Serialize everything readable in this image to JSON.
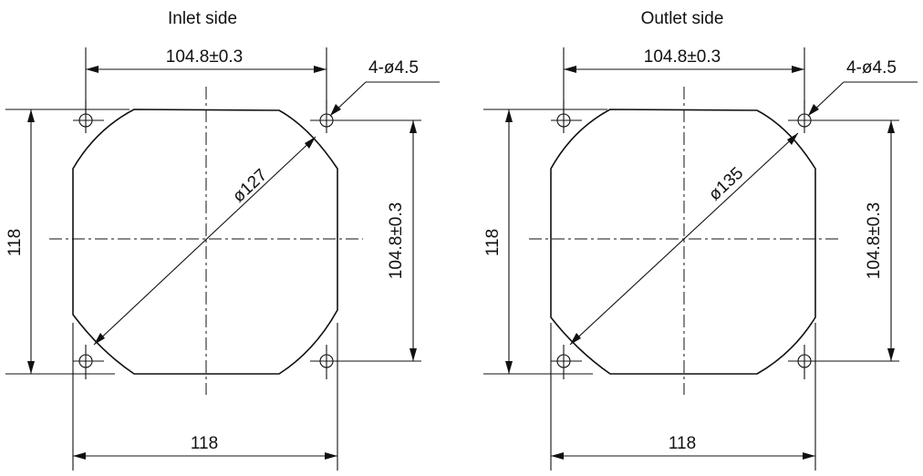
{
  "panels": [
    {
      "title": "Inlet side",
      "hole_pitch_horizontal": "104.8±0.3",
      "hole_pitch_vertical": "104.8±0.3",
      "hole_spec": "4-ø4.5",
      "diameter": "ø127",
      "outer_width": "118",
      "outer_height": "118"
    },
    {
      "title": "Outlet side",
      "hole_pitch_horizontal": "104.8±0.3",
      "hole_pitch_vertical": "104.8±0.3",
      "hole_spec": "4-ø4.5",
      "diameter": "ø135",
      "outer_width": "118",
      "outer_height": "118"
    }
  ]
}
